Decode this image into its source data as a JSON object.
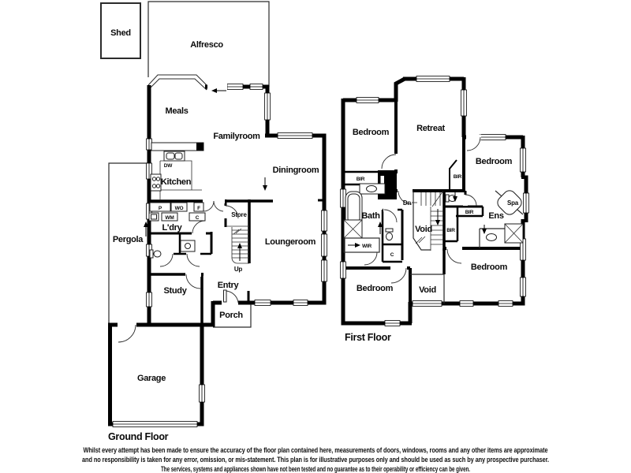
{
  "titles": {
    "ground": "Ground Floor",
    "first": "First Floor"
  },
  "ground": {
    "shed": "Shed",
    "alfresco": "Alfresco",
    "meals": "Meals",
    "familyroom": "Familyroom",
    "kitchen": "Kitchen",
    "dw": "DW",
    "diningroom": "Diningroom",
    "store": "Store",
    "ldry": "L'dry",
    "pergola": "Pergola",
    "loungeroom": "Loungeroom",
    "up": "Up",
    "study": "Study",
    "entry": "Entry",
    "porch": "Porch",
    "garage": "Garage",
    "pantry": "P",
    "wall_oven": "WO",
    "fridge": "F",
    "washing_machine": "WM",
    "cupboard": "C"
  },
  "first": {
    "bedroom1": "Bedroom",
    "retreat": "Retreat",
    "bedroom2": "Bedroom",
    "bedroom3": "Bedroom",
    "bedroom4": "Bedroom",
    "bath": "Bath",
    "dn": "Dn",
    "void_stairs": "Void",
    "void_lower": "Void",
    "ens": "Ens",
    "spa": "Spa",
    "wir": "WIR",
    "cupboard": "C",
    "bir1": "BIR",
    "bir2": "BIR",
    "bir3": "BIR",
    "bir4": "BIR"
  },
  "disclaimer": {
    "line1": "Whilst every attempt has been made to ensure the accuracy of the floor plan contained here, measurements of doors, windows, rooms and any other items are approximate",
    "line2": "and no responsibility is taken for any error, omission, or mis-statement. This plan is for illustrative purposes only and should be used as such by any prospective purchaser.",
    "line3": "The services, systems and appliances shown have not been tested and no guarantee as to their operability or efficiency can be given."
  },
  "colors": {
    "wall": "#000000",
    "line": "#2b2b2b",
    "background": "#ffffff"
  }
}
